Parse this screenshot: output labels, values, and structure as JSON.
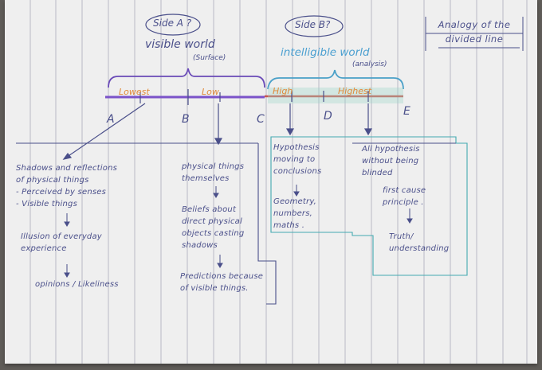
{
  "title": "Analogy of the divided line",
  "side_a": {
    "tag": "Side A ?",
    "world": "visible world",
    "sub": "(Surface)"
  },
  "side_b": {
    "tag": "Side B?",
    "world": "intelligible world",
    "sub": "(analysis)"
  },
  "levels": [
    "Lowest",
    "Low",
    "High",
    "Highest"
  ],
  "points": [
    "A",
    "B",
    "C",
    "D",
    "E"
  ],
  "notes": {
    "shadows": "Shadows and reflections\nof physical things\n- Perceived by senses\n- Visible things",
    "illusion": "Illusion of everyday\nexperience",
    "opinions": "opinions / Likeliness",
    "physical": "physical things\nthemselves",
    "beliefs": "Beliefs about\ndirect physical\nobjects casting\nshadows",
    "predictions": "Predictions because\nof visible things.",
    "hypothesis": "Hypothesis\nmoving to\nconclusions",
    "geometry": "Geometry,\nnumbers,\nmaths .",
    "all_hyp": "All hypothesis\nwithout being\nblinded",
    "first_cause": "first cause\nprinciple .",
    "truth": "Truth/\nunderstanding"
  },
  "colors": {
    "ink": "#4a4f8a",
    "title_ink": "#4a4f8a",
    "line_purple": "#7b53c9",
    "line_red": "#c8574f",
    "bracket_purple": "#6a4bb8",
    "bracket_blue": "#4aa0c8",
    "label_orange": "#e08a3a",
    "teal_box": "#43aab0",
    "ruled_line": "#b9b9c6"
  }
}
